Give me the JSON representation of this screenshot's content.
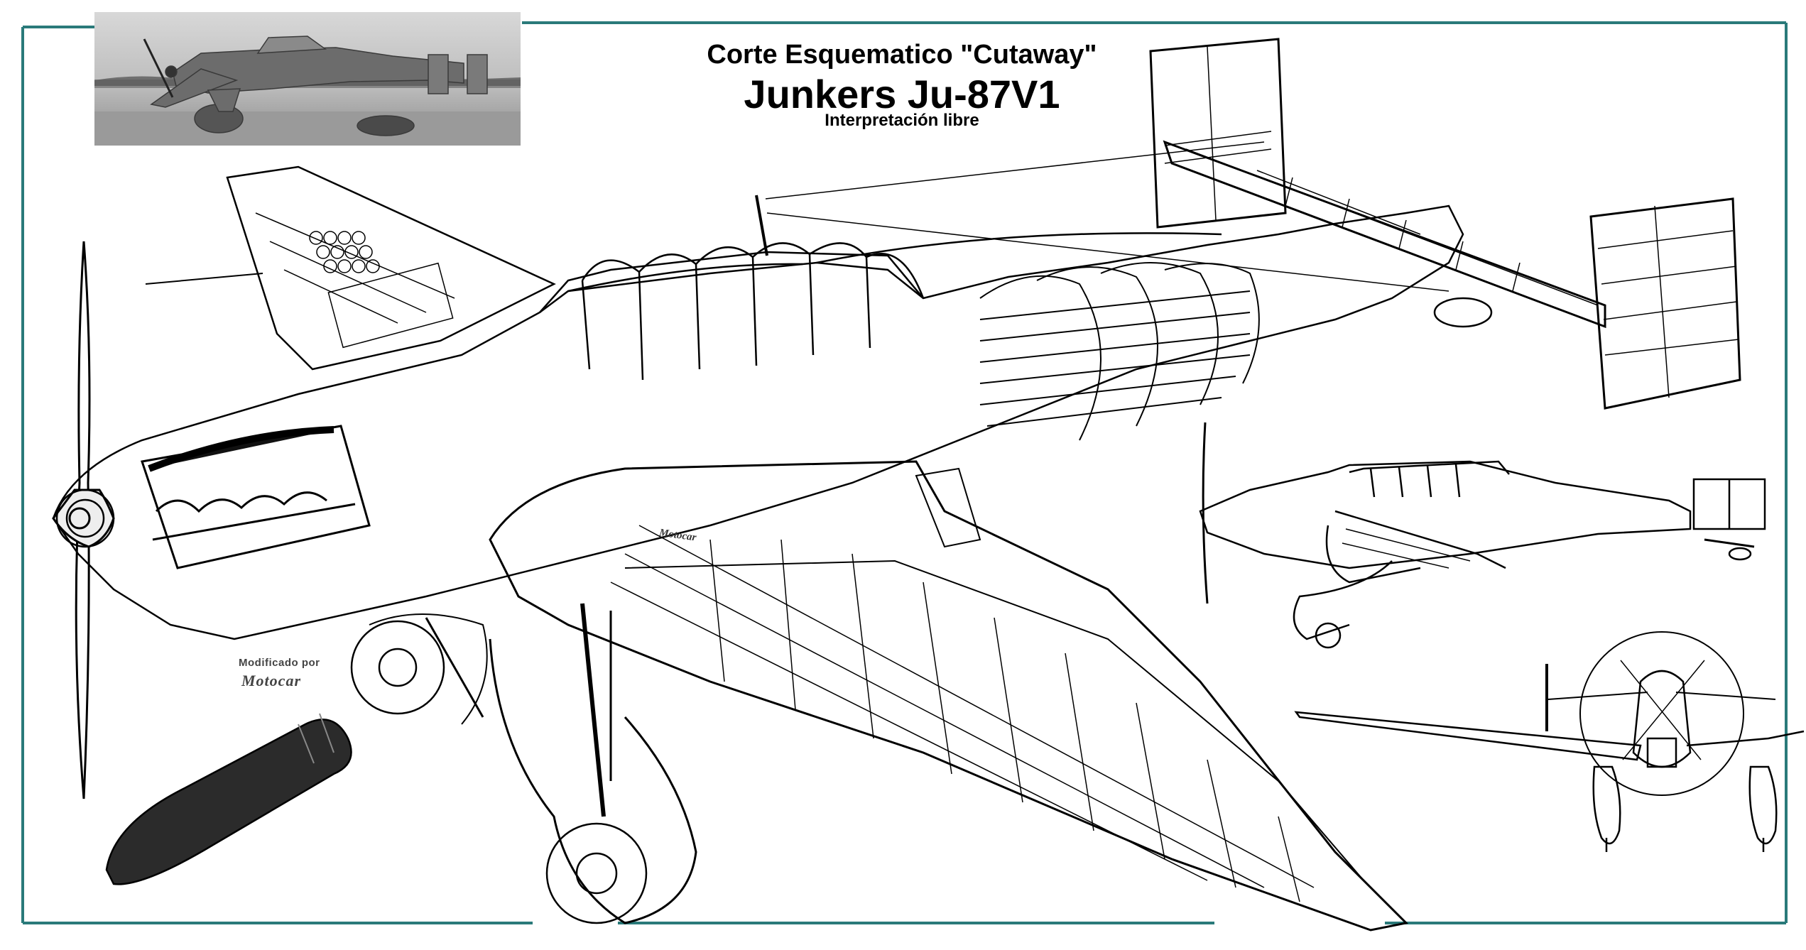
{
  "header": {
    "line1": "Corte Esquematico \"Cutaway\"",
    "line2": "Junkers Ju-87V1",
    "line3": "Interpretación libre"
  },
  "credit": {
    "line1": "Modificado por",
    "line2": "Motocar"
  },
  "wing_mark": "Motocar",
  "colors": {
    "frame": "#2a7a7a",
    "ink": "#000000",
    "bomb": "#2b2b2b"
  },
  "icons": [
    "propeller",
    "bomb",
    "aircraft-cutaway",
    "aircraft-side-profile",
    "aircraft-front-view",
    "reference-photo"
  ]
}
